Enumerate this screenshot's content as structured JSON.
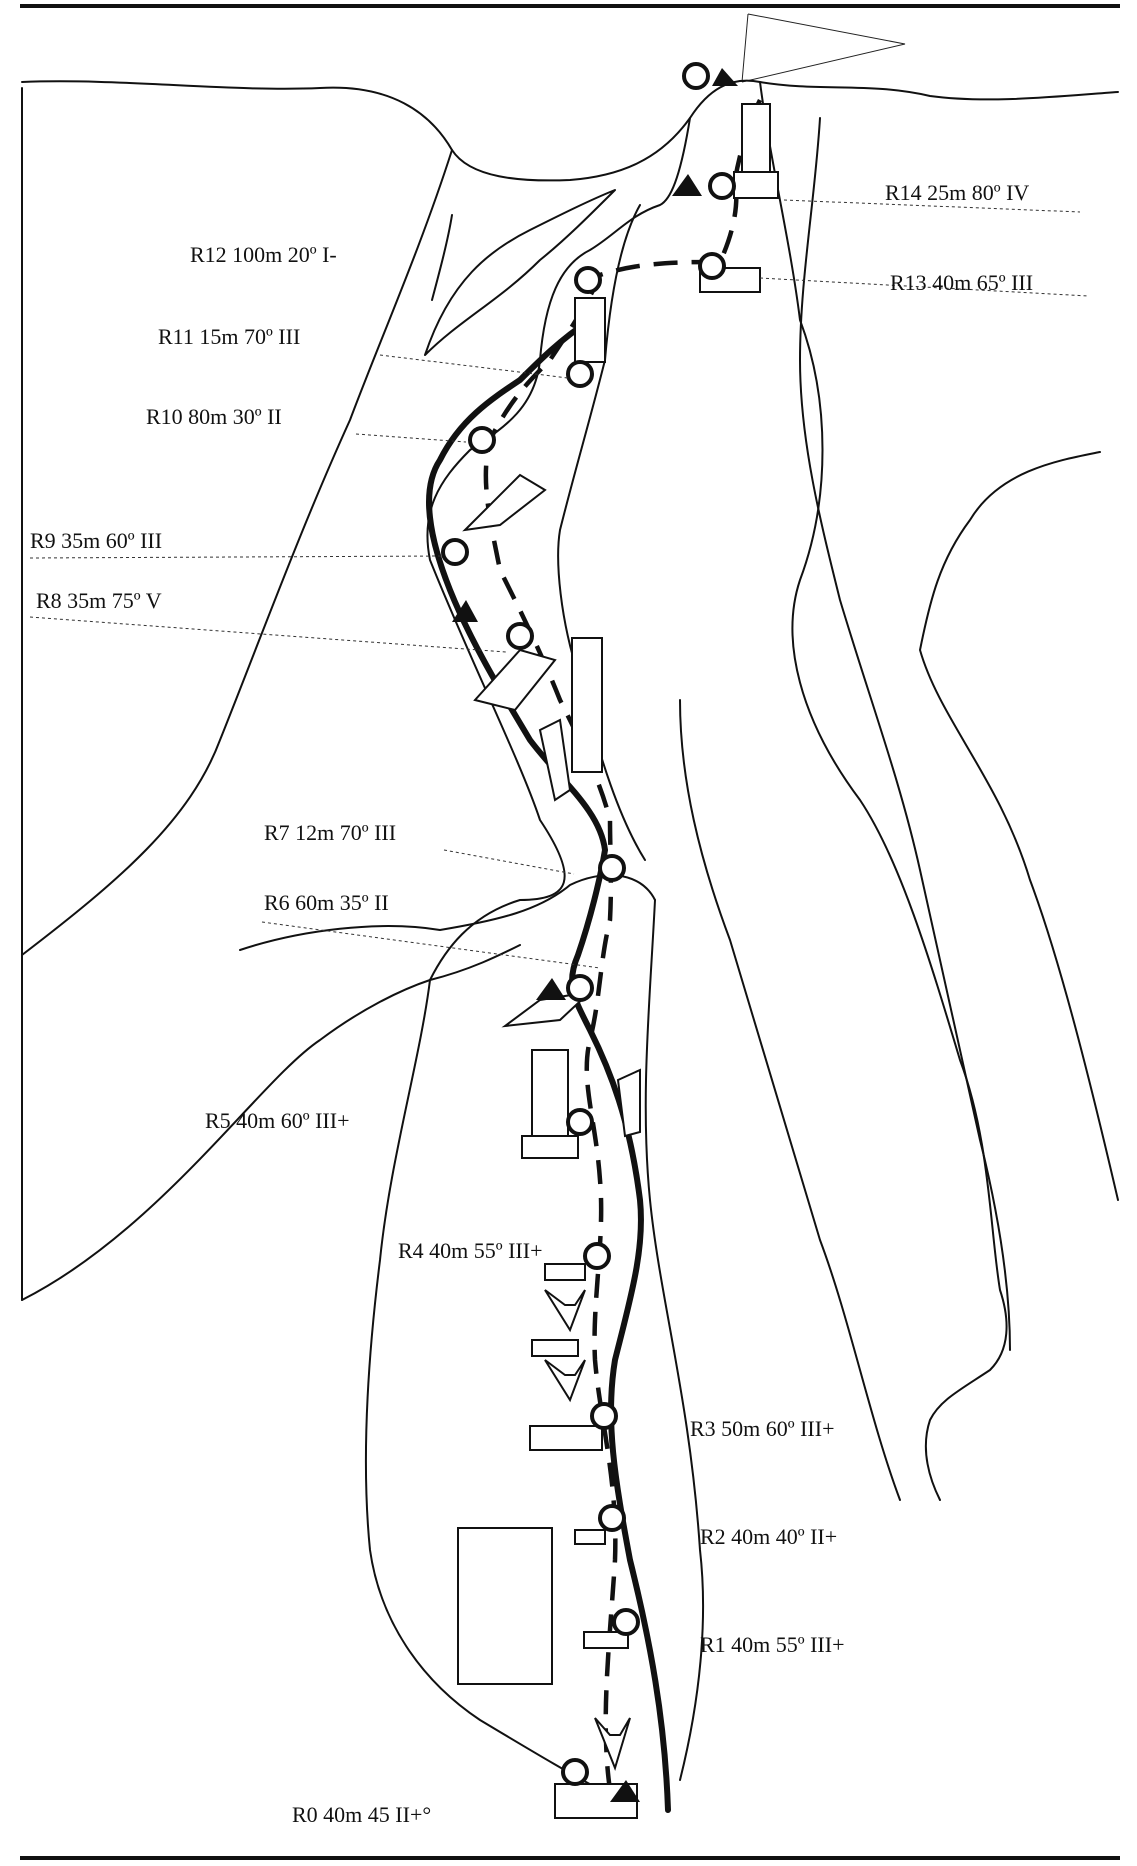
{
  "diagram": {
    "labels": [
      {
        "id": "r14",
        "text": "R14 25m 80º IV"
      },
      {
        "id": "r13",
        "text": "R13 40m 65º III"
      },
      {
        "id": "r12",
        "text": "R12 100m 20º I-"
      },
      {
        "id": "r11",
        "text": "R11 15m 70º III"
      },
      {
        "id": "r10",
        "text": "R10 80m 30º II"
      },
      {
        "id": "r9",
        "text": "R9 35m 60º III"
      },
      {
        "id": "r8",
        "text": "R8 35m 75º V"
      },
      {
        "id": "r7",
        "text": "R7 12m 70º III"
      },
      {
        "id": "r6",
        "text": "R6 60m 35º II"
      },
      {
        "id": "r5",
        "text": "R5 40m 60º III+"
      },
      {
        "id": "r4",
        "text": "R4 40m 55º III+"
      },
      {
        "id": "r3",
        "text": "R3 50m 60º III+"
      },
      {
        "id": "r2",
        "text": "R2 40m 40º II+"
      },
      {
        "id": "r1",
        "text": "R1 40m 55º III+"
      },
      {
        "id": "r0",
        "text": "R0 40m 45  II+°"
      }
    ]
  }
}
